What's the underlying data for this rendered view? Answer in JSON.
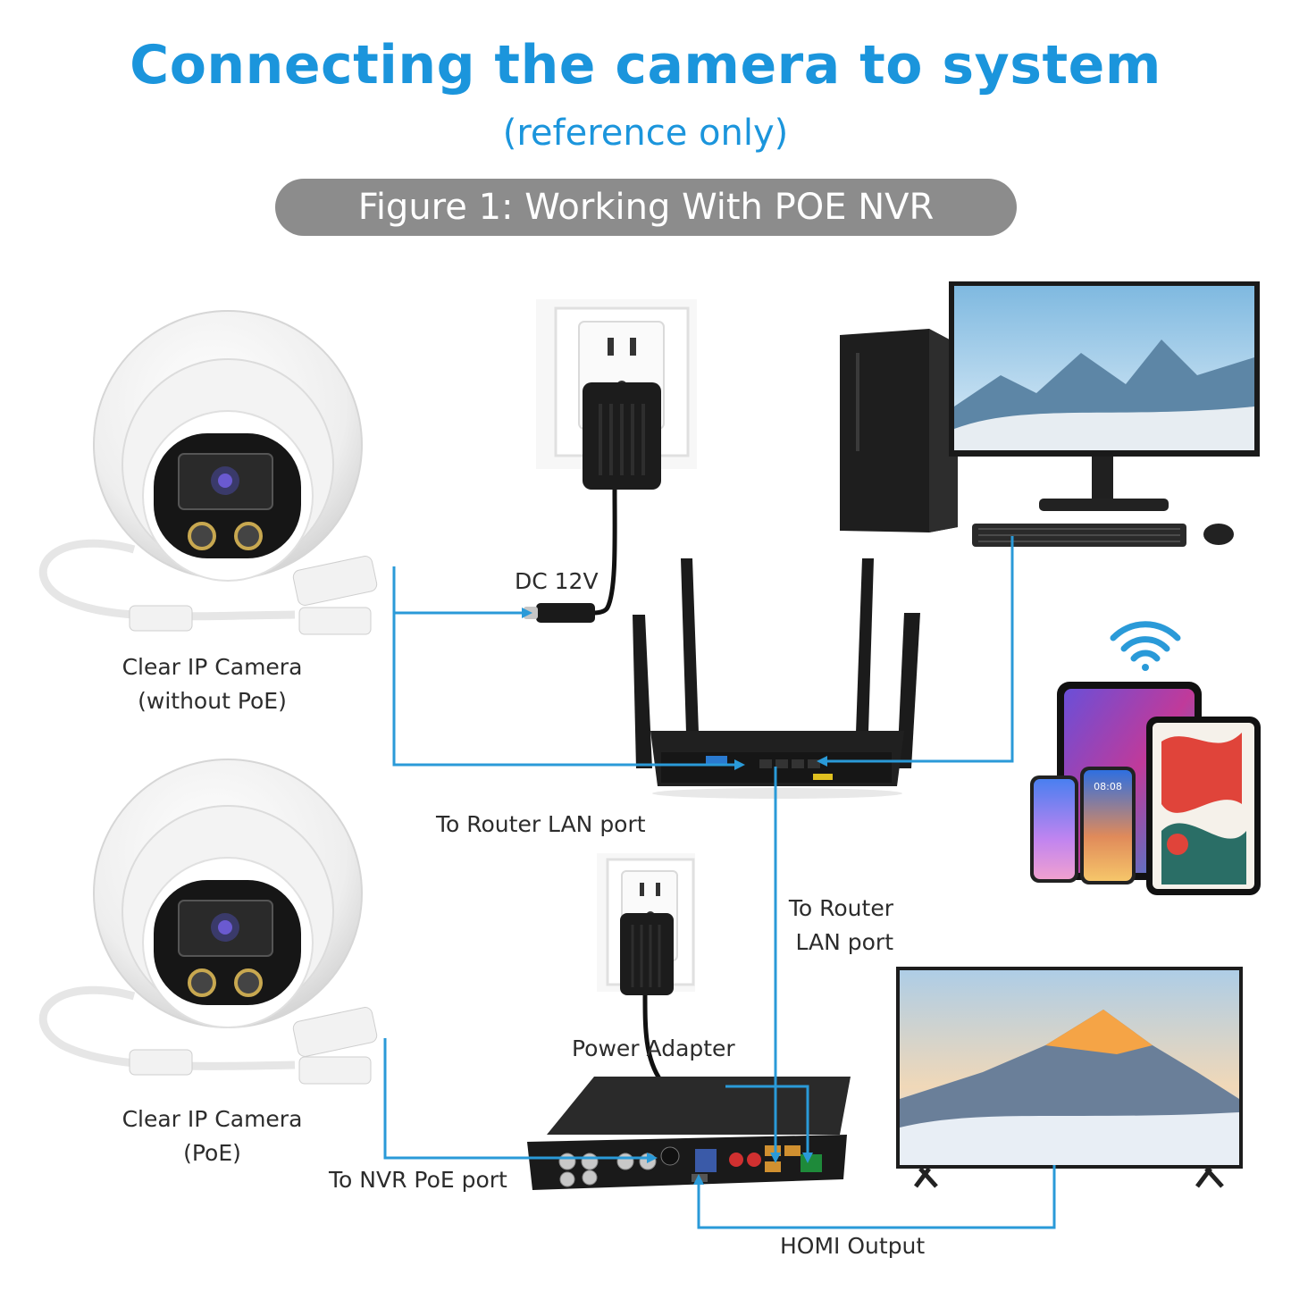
{
  "header": {
    "title": "Connecting the camera to system",
    "subtitle": "(reference only)",
    "figure_banner": "Figure 1: Working With POE NVR"
  },
  "labels": {
    "camera_top_line1": "Clear IP Camera",
    "camera_top_line2": "(without PoE)",
    "camera_bottom_line1": "Clear IP Camera",
    "camera_bottom_line2": "(PoE)",
    "dc_12v": "DC 12V",
    "to_router_lan_left": "To Router LAN port",
    "to_router_lan_right_line1": "To Router",
    "to_router_lan_right_line2": "LAN port",
    "power_adapter": "Power Adapter",
    "to_nvr_poe": "To NVR PoE port",
    "hdmi_output": "HOMI Output"
  },
  "phone_time": "08:08",
  "colors": {
    "accent_blue": "#1b95dc",
    "connector_line": "#2a9ad8",
    "banner_gray": "#8c8c8c"
  }
}
